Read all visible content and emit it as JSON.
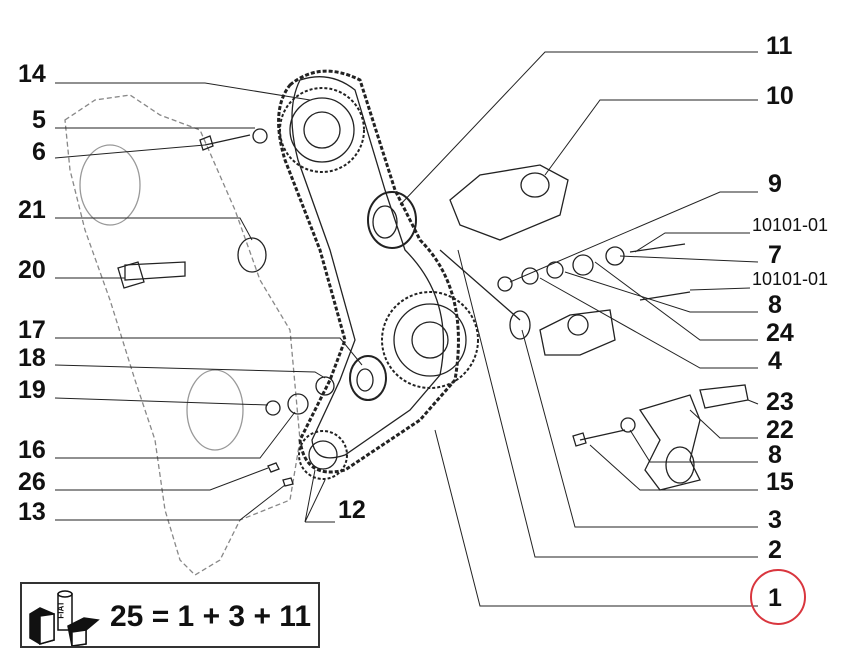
{
  "diagram": {
    "labels": {
      "l14": "14",
      "l5": "5",
      "l6": "6",
      "l21": "21",
      "l20": "20",
      "l17": "17",
      "l18": "18",
      "l19": "19",
      "l16": "16",
      "l26": "26",
      "l13": "13",
      "l12": "12",
      "r11": "11",
      "r10": "10",
      "r9": "9",
      "r10101a": "10101-01",
      "r7": "7",
      "r10101b": "10101-01",
      "r8a": "8",
      "r24": "24",
      "r4": "4",
      "r23": "23",
      "r22": "22",
      "r8b": "8",
      "r15": "15",
      "r3": "3",
      "r2": "2",
      "r1": "1"
    },
    "highlighted_part": "1",
    "highlight_color": "#d9363e",
    "kit": {
      "formula": "25 = 1 + 3 + 11",
      "icon": "kit-boxes-icon",
      "icon_text": "FIAT"
    }
  }
}
